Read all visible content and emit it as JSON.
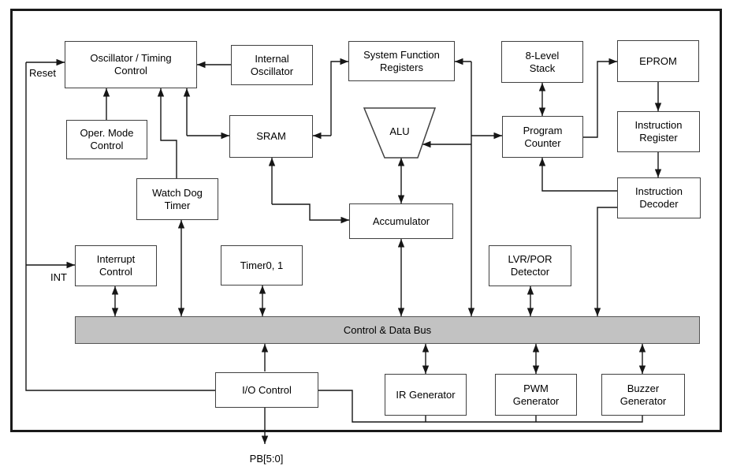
{
  "diagram": {
    "kind": "mcu-block-diagram",
    "blocks": {
      "osc_timing": {
        "label": "Oscillator / Timing\nControl"
      },
      "internal_osc": {
        "label": "Internal\nOscillator"
      },
      "sfr": {
        "label": "System Function\nRegisters"
      },
      "stack": {
        "label": "8-Level\nStack"
      },
      "eprom": {
        "label": "EPROM"
      },
      "oper_mode": {
        "label": "Oper. Mode\nControl"
      },
      "sram": {
        "label": "SRAM"
      },
      "alu": {
        "label": "ALU"
      },
      "program_counter": {
        "label": "Program\nCounter"
      },
      "instr_register": {
        "label": "Instruction\nRegister"
      },
      "watchdog": {
        "label": "Watch Dog\nTimer"
      },
      "instr_decoder": {
        "label": "Instruction\nDecoder"
      },
      "accumulator": {
        "label": "Accumulator"
      },
      "interrupt": {
        "label": "Interrupt\nControl"
      },
      "timer": {
        "label": "Timer0, 1"
      },
      "lvr_por": {
        "label": "LVR/POR\nDetector"
      },
      "io_control": {
        "label": "I/O Control"
      },
      "ir_gen": {
        "label": "IR Generator"
      },
      "pwm_gen": {
        "label": "PWM\nGenerator"
      },
      "buzzer_gen": {
        "label": "Buzzer\nGenerator"
      }
    },
    "bus": {
      "label": "Control & Data Bus"
    },
    "pins": {
      "reset": {
        "label": "Reset"
      },
      "int": {
        "label": "INT"
      },
      "pb": {
        "label": "PB[5:0]"
      }
    },
    "colors": {
      "background": "#ffffff",
      "box_border": "#404040",
      "line": "#161616",
      "bus_fill": "#c2c2c2",
      "bus_border": "#545454"
    }
  }
}
